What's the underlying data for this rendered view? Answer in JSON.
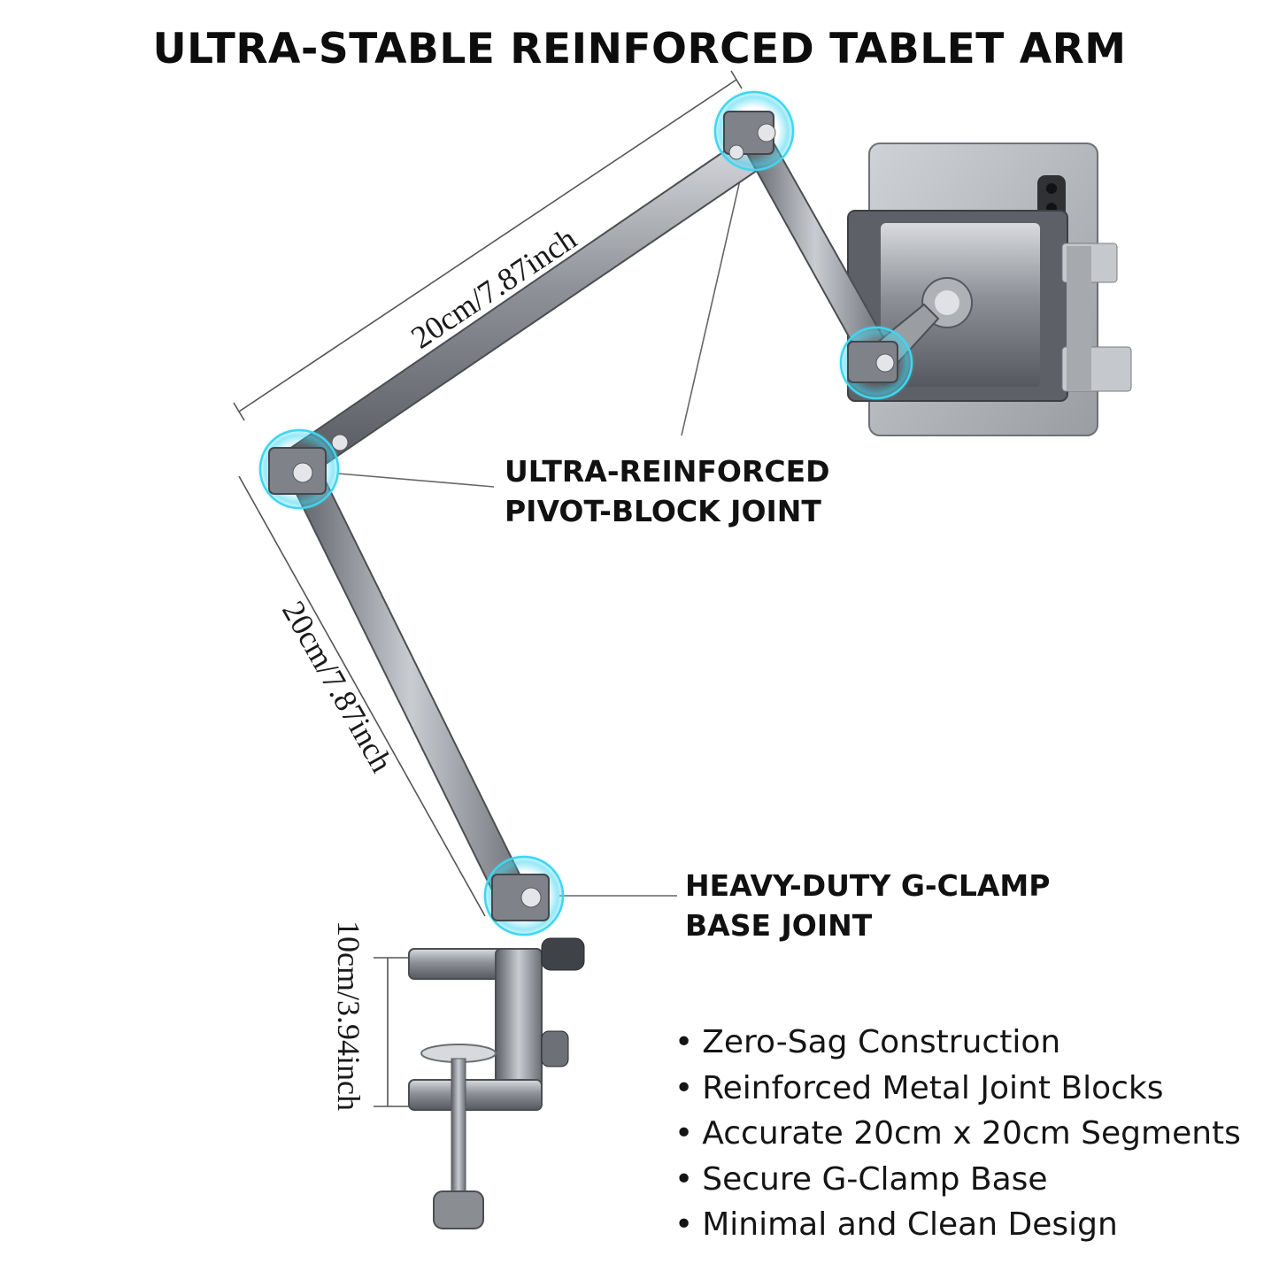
{
  "title": "ULTRA-STABLE REINFORCED TABLET ARM",
  "dimensions": {
    "upper_arm": "20cm/7.87inch",
    "lower_arm": "20cm/7.87inch",
    "clamp_height": "10cm/3.94inch"
  },
  "callouts": {
    "pivot_joint": {
      "line1": "ULTRA-REINFORCED",
      "line2": "PIVOT-BLOCK JOINT"
    },
    "base_joint": {
      "line1": "HEAVY-DUTY G-CLAMP",
      "line2": "BASE JOINT"
    }
  },
  "features": [
    "Zero-Sag Construction",
    "Reinforced Metal Joint Blocks",
    "Accurate 20cm x 20cm Segments",
    "Secure G-Clamp Base",
    "Minimal and Clean Design"
  ],
  "bullet": "•",
  "colors": {
    "metal": "#8a8d92",
    "metal_dark": "#4f5258",
    "glow": "#3fd6f2",
    "text": "#111111"
  }
}
